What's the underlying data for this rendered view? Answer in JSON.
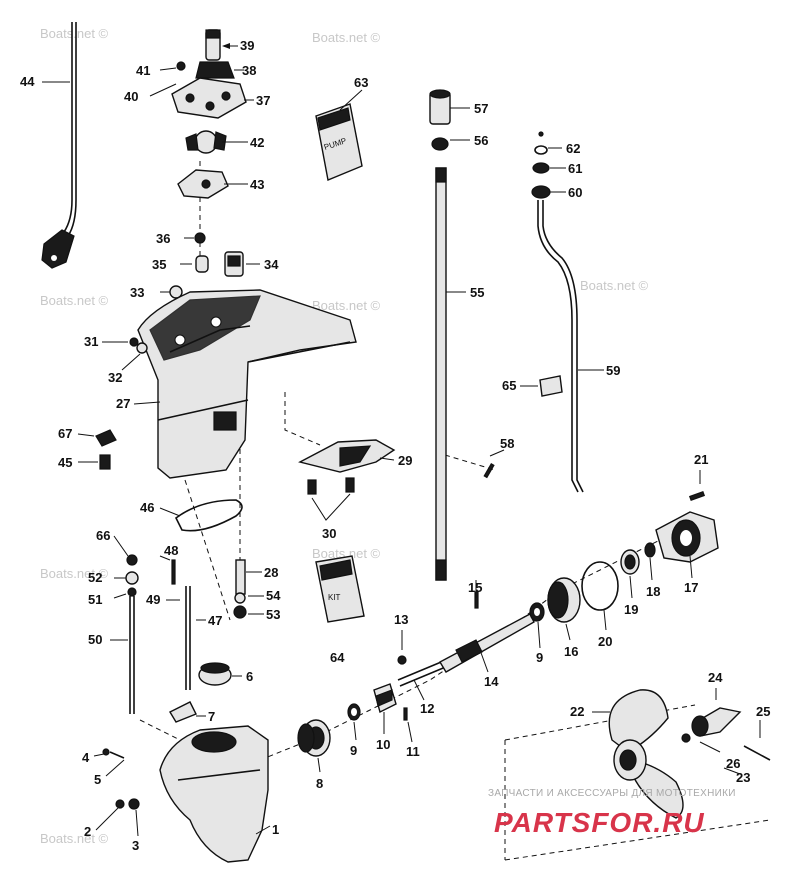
{
  "watermarks": [
    "Boats.net ©",
    "Boats.net ©",
    "Boats.net ©",
    "Boats.net ©",
    "Boats.net ©",
    "Boats.net ©",
    "Boats.net ©",
    "Boats.net ©"
  ],
  "brand": {
    "tagline": "ЗАПЧАСТИ И АКСЕССУАРЫ ДЛЯ МОТОТЕХНИКИ",
    "name": "PARTSFOR.RU",
    "color": "#d8344a"
  },
  "labels": {
    "p1": "1",
    "p2": "2",
    "p3": "3",
    "p4": "4",
    "p5": "5",
    "p6": "6",
    "p7": "7",
    "p8": "8",
    "p9a": "9",
    "p9b": "9",
    "p10": "10",
    "p11": "11",
    "p12": "12",
    "p13": "13",
    "p14": "14",
    "p15": "15",
    "p16": "16",
    "p17": "17",
    "p18": "18",
    "p19": "19",
    "p20": "20",
    "p21": "21",
    "p22": "22",
    "p23": "23",
    "p24": "24",
    "p25": "25",
    "p26": "26",
    "p27": "27",
    "p28": "28",
    "p29": "29",
    "p30": "30",
    "p31": "31",
    "p32": "32",
    "p33": "33",
    "p34": "34",
    "p35": "35",
    "p36": "36",
    "p37": "37",
    "p38": "38",
    "p39": "39",
    "p40": "40",
    "p41": "41",
    "p42": "42",
    "p43": "43",
    "p44": "44",
    "p45": "45",
    "p46": "46",
    "p47": "47",
    "p48": "48",
    "p49": "49",
    "p50": "50",
    "p51": "51",
    "p52": "52",
    "p53": "53",
    "p54": "54",
    "p55": "55",
    "p56": "56",
    "p57": "57",
    "p58": "58",
    "p59": "59",
    "p60": "60",
    "p61": "61",
    "p62": "62",
    "p63": "63",
    "p64": "64",
    "p65": "65",
    "p66": "66",
    "p67": "67"
  }
}
